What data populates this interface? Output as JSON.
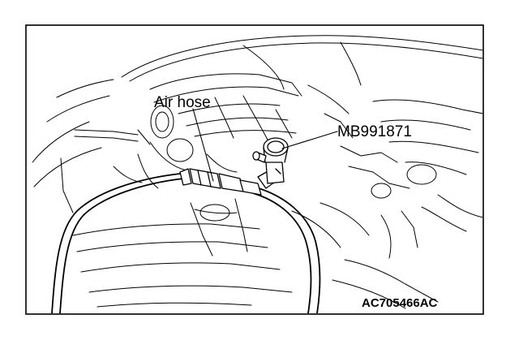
{
  "figure": {
    "callouts": {
      "air_hose": "Air hose",
      "tool": "MB991871"
    },
    "figure_code": "AC705466AC"
  },
  "colors": {
    "ink": "#000000",
    "background": "#ffffff"
  }
}
